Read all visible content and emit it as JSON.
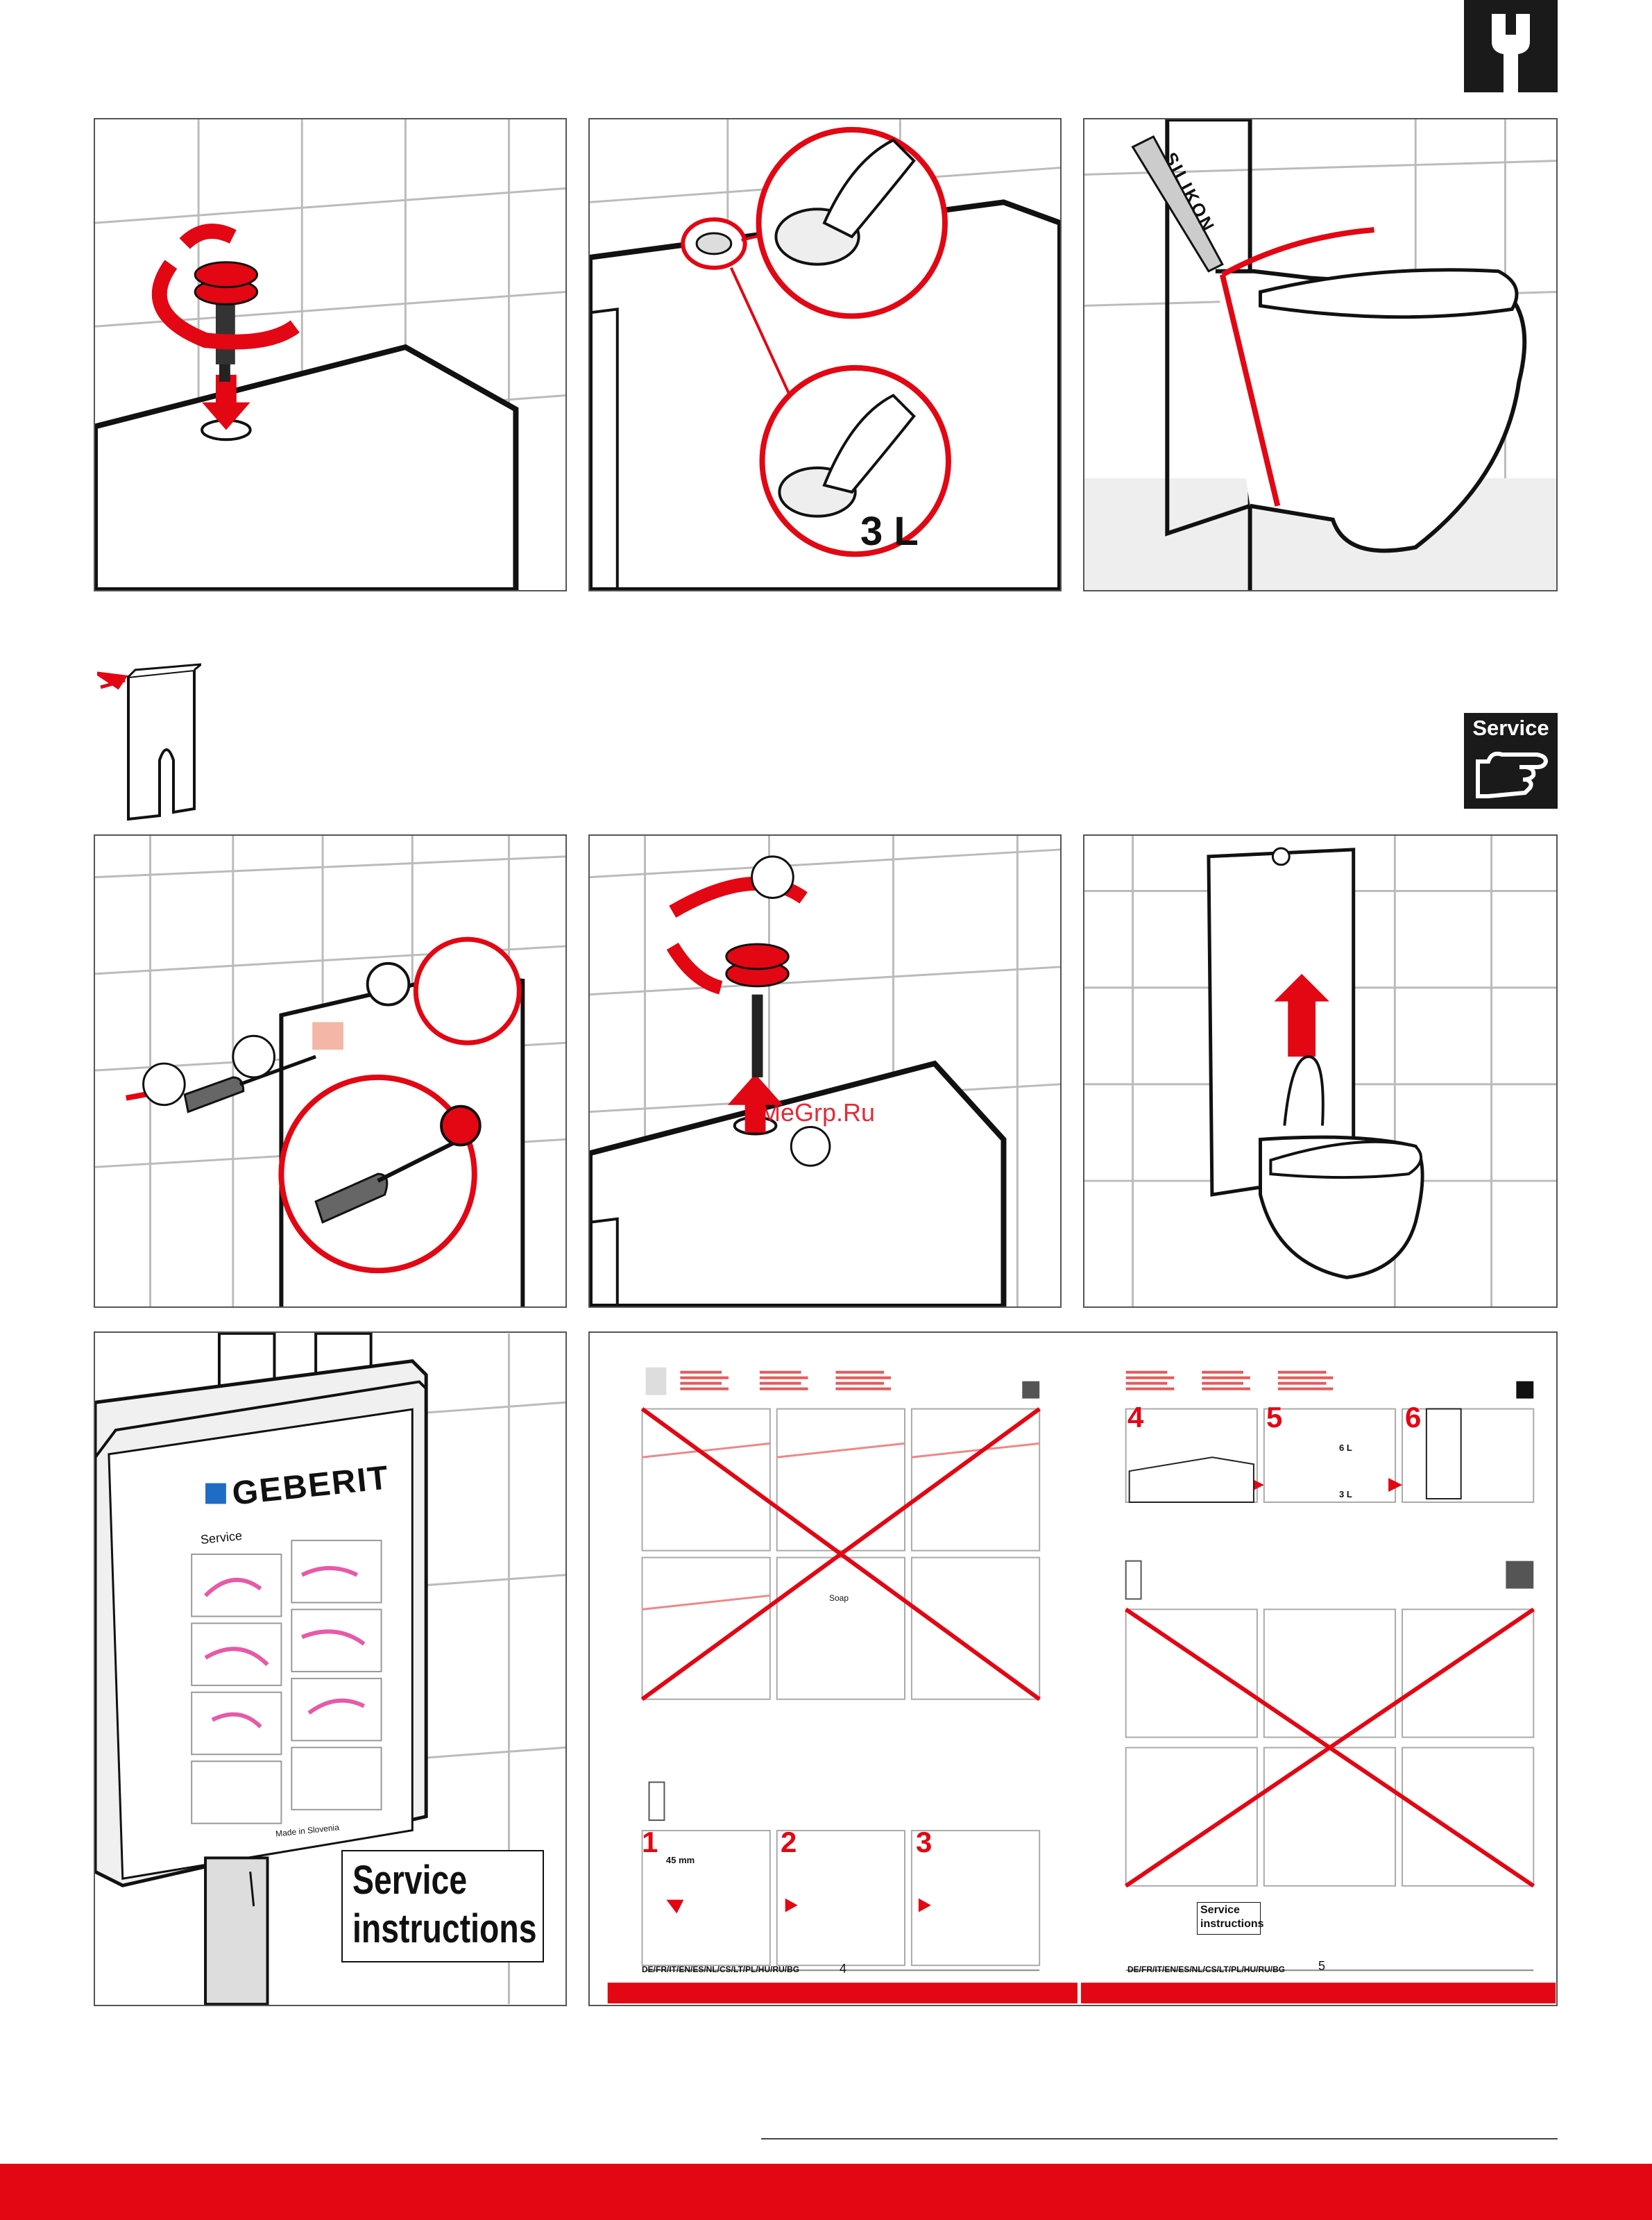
{
  "colors": {
    "accent": "#e30613",
    "dark": "#1a1a1a",
    "line": "#111111",
    "tile": "#bdbdbd"
  },
  "icons": {
    "top_right": "wrench-icon",
    "service": "service-hand-icon",
    "tool": "tool-icon"
  },
  "service_icon": {
    "label": "Service"
  },
  "panel2": {
    "volume_label": "3 L"
  },
  "panel3": {
    "silicone_label": "SILIKON"
  },
  "panel7": {
    "brand": "GEBERIT",
    "service_word": "Service",
    "callout_line1": "Service",
    "callout_line2": "instructions",
    "made_in": "Made in Slovenia"
  },
  "thumb_left": {
    "step1": "1",
    "step2": "2",
    "step3": "3",
    "soap": "Soap",
    "measure": "45 mm",
    "languages": "DE/FR/IT/EN/ES/NL/CS/LT/PL/HU/RU/BG",
    "page_number": "4"
  },
  "thumb_right": {
    "step4": "4",
    "step5": "5",
    "step6": "6",
    "vol6": "6 L",
    "vol3": "3 L",
    "callout_line1": "Service",
    "callout_line2": "instructions",
    "languages": "DE/FR/IT/EN/ES/NL/CS/LT/PL/HU/RU/BG",
    "page_number": "5"
  },
  "watermark": "MeGrp.Ru"
}
